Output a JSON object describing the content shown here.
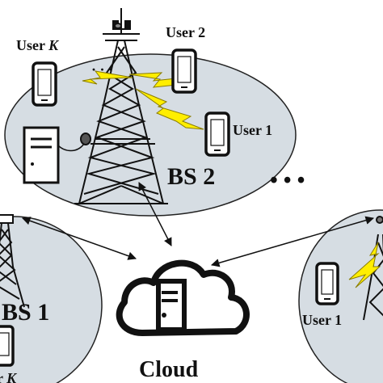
{
  "colors": {
    "cell_fill": "#d6dde3",
    "cell_stroke": "#222222",
    "line": "#111111",
    "lightning": "#ffee00",
    "lightning_stroke": "#8a7d00",
    "device_fill": "#ffffff"
  },
  "labels": {
    "bs2": "BS 2",
    "bs1": "BS 1",
    "cloud": "Cloud",
    "ellipsis": "• • •",
    "dots": "· · ·"
  },
  "cells": {
    "bs2": {
      "users": [
        {
          "name": "User ",
          "name_italic": "K"
        },
        {
          "name": "User 2",
          "name_italic": ""
        },
        {
          "name": "User 1",
          "name_italic": ""
        }
      ]
    },
    "bs1": {
      "users": [
        {
          "name": "r ",
          "name_italic": "K"
        }
      ]
    },
    "right": {
      "users": [
        {
          "name": "User 1",
          "name_italic": ""
        }
      ]
    }
  },
  "icons": {
    "tower": "tower-icon",
    "server": "server-icon",
    "cloud": "cloud-icon",
    "phone": "phone-icon",
    "lightning": "lightning-icon",
    "antenna": "antenna-icon"
  }
}
